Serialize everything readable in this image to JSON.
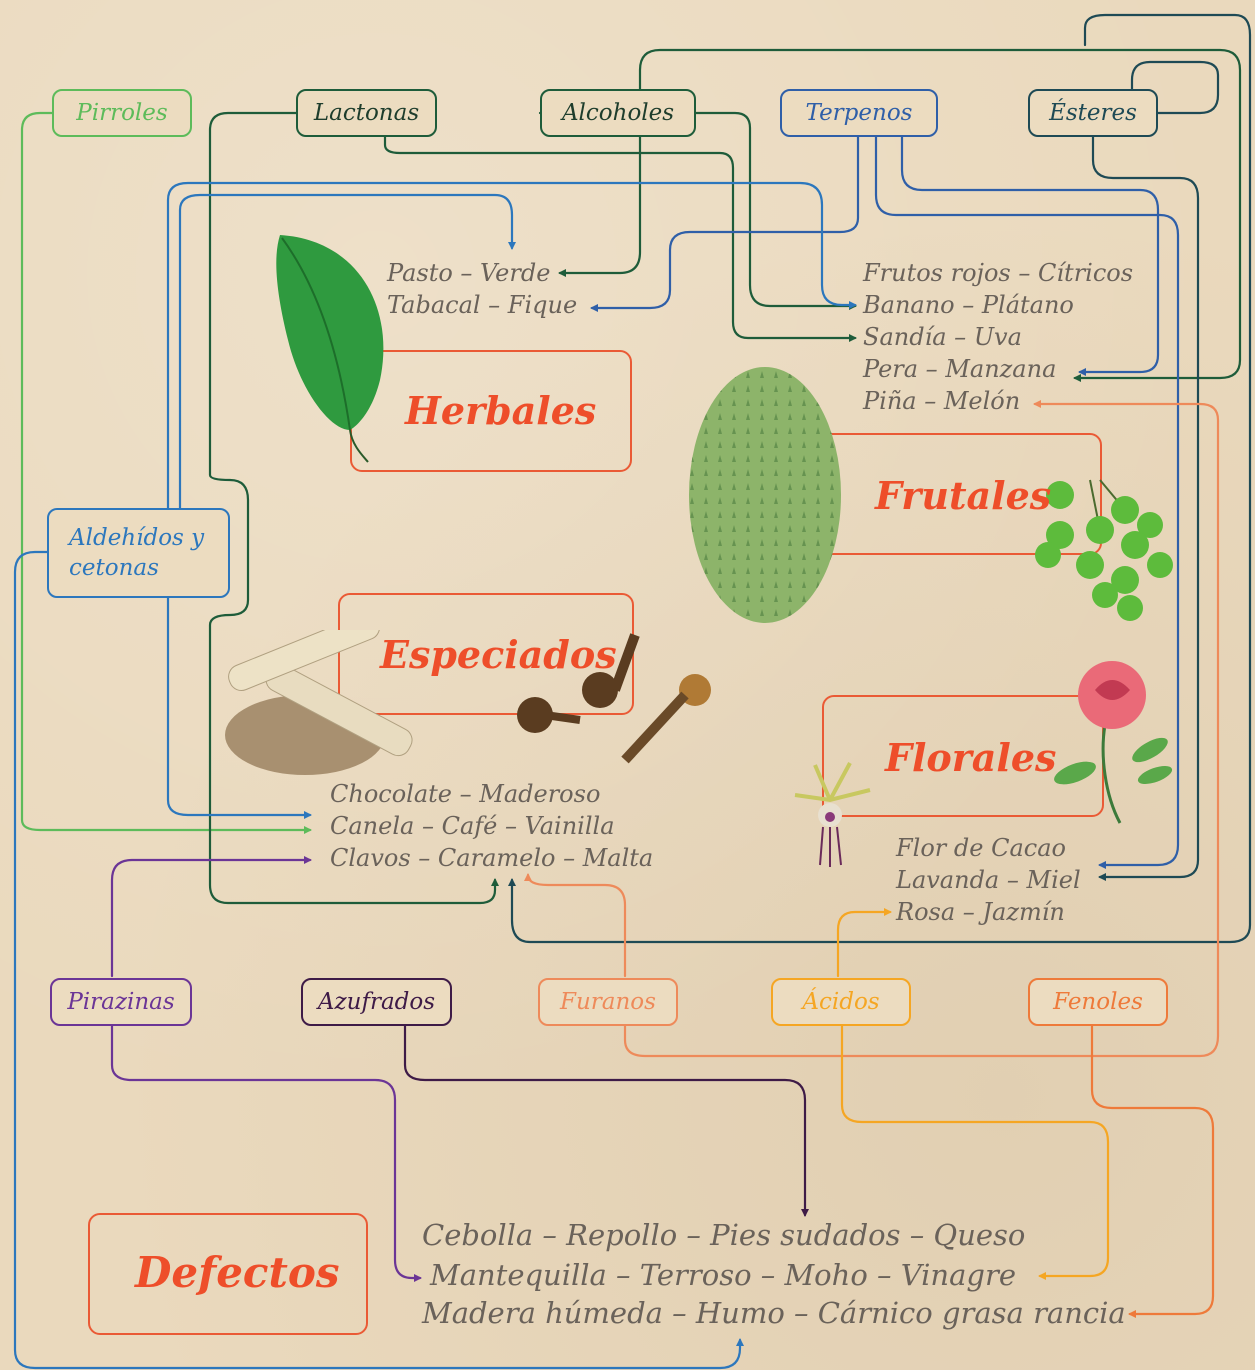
{
  "compounds": {
    "pirroles": {
      "label": "Pirroles",
      "color": "#5dbb5a"
    },
    "lactonas": {
      "label": "Lactonas",
      "color": "#1e5c3a"
    },
    "alcoholes": {
      "label": "Alcoholes",
      "color": "#1e5c3a"
    },
    "terpenos": {
      "label": "Terpenos",
      "color": "#2f5fa8"
    },
    "esteres": {
      "label": "Ésteres",
      "color": "#1e4a55"
    },
    "aldehidos": {
      "line1": "Aldehídos y",
      "line2": "cetonas",
      "color": "#2c77bd"
    },
    "pirazinas": {
      "label": "Pirazinas",
      "color": "#6b3596"
    },
    "azufrados": {
      "label": "Azufrados",
      "color": "#3e1b47"
    },
    "furanos": {
      "label": "Furanos",
      "color": "#ee8a5a"
    },
    "acidos": {
      "label": "Ácidos",
      "color": "#f5a623"
    },
    "fenoles": {
      "label": "Fenoles",
      "color": "#ee7a3a"
    }
  },
  "categories": {
    "herbales": {
      "label": "Herbales",
      "items": [
        "Pasto – Verde",
        "Tabacal – Fique"
      ]
    },
    "frutales": {
      "label": "Frutales",
      "items": [
        "Frutos rojos – Cítricos",
        "Banano – Plátano",
        "Sandía – Uva",
        "Pera – Manzana",
        "Piña – Melón"
      ]
    },
    "especiados": {
      "label": "Especiados",
      "items": [
        "Chocolate – Maderoso",
        "Canela – Café – Vainilla",
        "Clavos – Caramelo – Malta"
      ]
    },
    "florales": {
      "label": "Florales",
      "items": [
        "Flor de Cacao",
        "Lavanda – Miel",
        "Rosa – Jazmín"
      ]
    },
    "defectos": {
      "label": "Defectos",
      "items": [
        "Cebolla – Repollo – Pies sudados – Queso",
        "Mantequilla – Terroso –  Moho – Vinagre",
        "Madera húmeda – Humo – Cárnico grasa rancia"
      ]
    }
  },
  "colors": {
    "accent": "#ee4e2a",
    "box_border": "#ea5a35",
    "desc_text": "#6a625a",
    "background": "#ead9bd"
  },
  "illustrations": [
    "leaf",
    "soursop-fruit",
    "grapes",
    "cinnamon-sticks",
    "cloves",
    "rose",
    "cacao-flower"
  ]
}
